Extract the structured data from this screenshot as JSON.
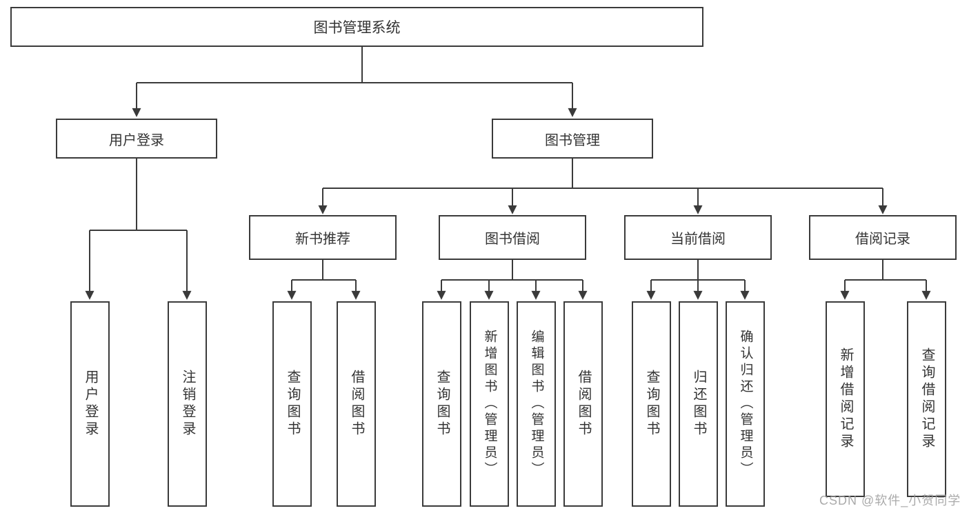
{
  "diagram": {
    "type": "hierarchy-tree",
    "tree": {
      "root": {
        "label": "图书管理系统"
      },
      "branches": [
        {
          "label": "用户登录",
          "children": [
            {
              "label": "用户登录"
            },
            {
              "label": "注销登录"
            }
          ]
        },
        {
          "label": "图书管理",
          "children": [
            {
              "label": "新书推荐",
              "children": [
                {
                  "label": "查询图书"
                },
                {
                  "label": "借阅图书"
                }
              ]
            },
            {
              "label": "图书借阅",
              "children": [
                {
                  "label": "查询图书"
                },
                {
                  "label": "新增图书（管理员）"
                },
                {
                  "label": "编辑图书（管理员）"
                },
                {
                  "label": "借阅图书"
                }
              ]
            },
            {
              "label": "当前借阅",
              "children": [
                {
                  "label": "查询图书"
                },
                {
                  "label": "归还图书"
                },
                {
                  "label": "确认归还（管理员）"
                }
              ]
            },
            {
              "label": "借阅记录",
              "children": [
                {
                  "label": "新增借阅记录"
                },
                {
                  "label": "查询借阅记录"
                }
              ]
            }
          ]
        }
      ]
    },
    "colors": {
      "line": "#3a3a3a",
      "box_border": "#3a3a3a",
      "box_background": "#ffffff",
      "text": "#333333",
      "watermark": "#9b9b9b",
      "page_background": "#ffffff"
    }
  },
  "watermark": {
    "text": "CSDN @软件_小贺同学"
  }
}
